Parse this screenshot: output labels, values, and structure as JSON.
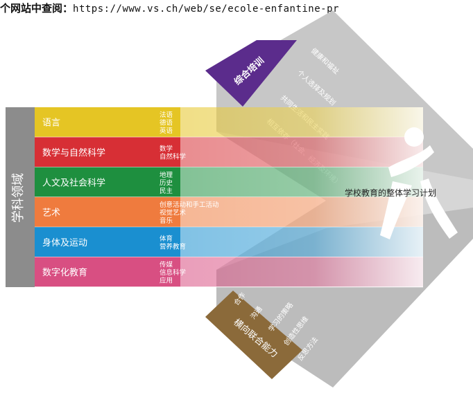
{
  "header": {
    "prefix": "个网站中查阅：",
    "url": "https://www.vs.ch/web/se/ecole-enfantine-pr"
  },
  "domains": {
    "title": "学科领域",
    "rows": [
      {
        "label": "语言",
        "color": "#e5c524",
        "items": [
          "法语",
          "德语",
          "英语"
        ]
      },
      {
        "label": "数学与自然科学",
        "color": "#d72f35",
        "items": [
          "数学",
          "自然科学"
        ]
      },
      {
        "label": "人文及社会科学",
        "color": "#1e8f3f",
        "items": [
          "地理",
          "历史",
          "民主"
        ]
      },
      {
        "label": "艺术",
        "color": "#ef7b3e",
        "items": [
          "创意活动和手工活动",
          "视觉艺术",
          "音乐"
        ]
      },
      {
        "label": "身体及运动",
        "color": "#1a8fd0",
        "items": [
          "体育",
          "营养教育"
        ]
      },
      {
        "label": "数字化教育",
        "color": "#d84f82",
        "items": [
          "传媒",
          "信息科学",
          "应用"
        ]
      }
    ]
  },
  "general_training": {
    "title": "综合培训",
    "color": "#5b2c8c",
    "items": [
      "健康和福祉",
      "个人选择及规划",
      "共同生活和民主实践",
      "相互依存（社会、经济及环境）"
    ]
  },
  "transversal": {
    "title": "横向联合能力",
    "color": "#8b6a3a",
    "items": [
      "合作",
      "沟通",
      "学习的策略",
      "创造性思维",
      "反思方法"
    ]
  },
  "center_label": "学校教育的整体学习计划",
  "colors": {
    "grey_band": "#8c8c8c",
    "light_grey": "#c9c9c9"
  }
}
